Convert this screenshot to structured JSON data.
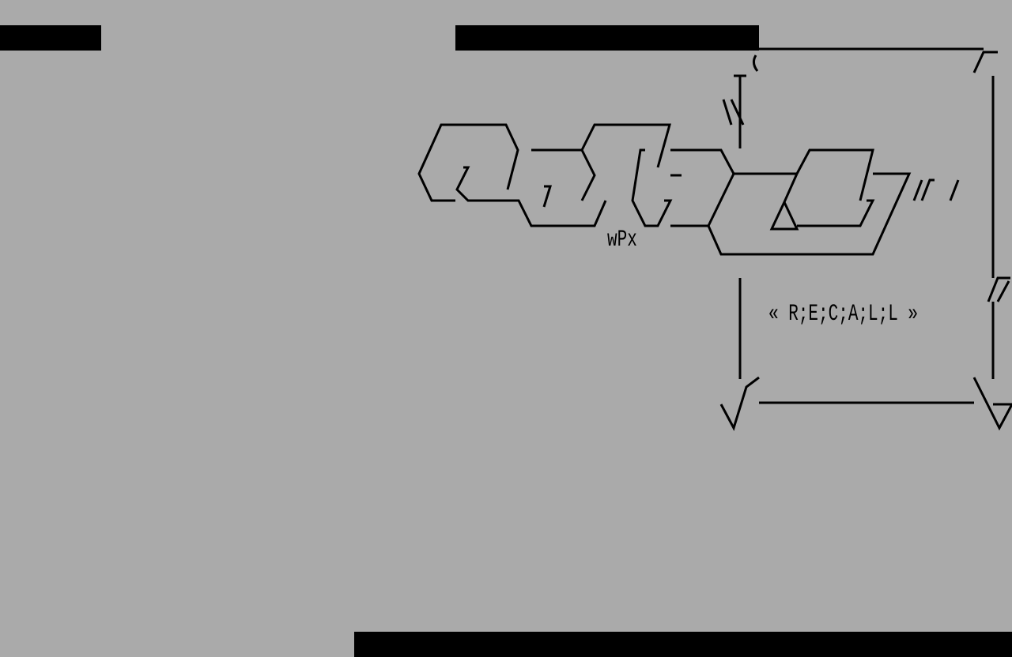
{
  "screen": {
    "tag": "wPx",
    "title": "« R;E;C;A;L;L »"
  },
  "colors": {
    "background": "#aaaaaa",
    "foreground": "#000000"
  },
  "icons": [
    "logo-art",
    "down-arrow-icon",
    "down-arrow-icon"
  ]
}
